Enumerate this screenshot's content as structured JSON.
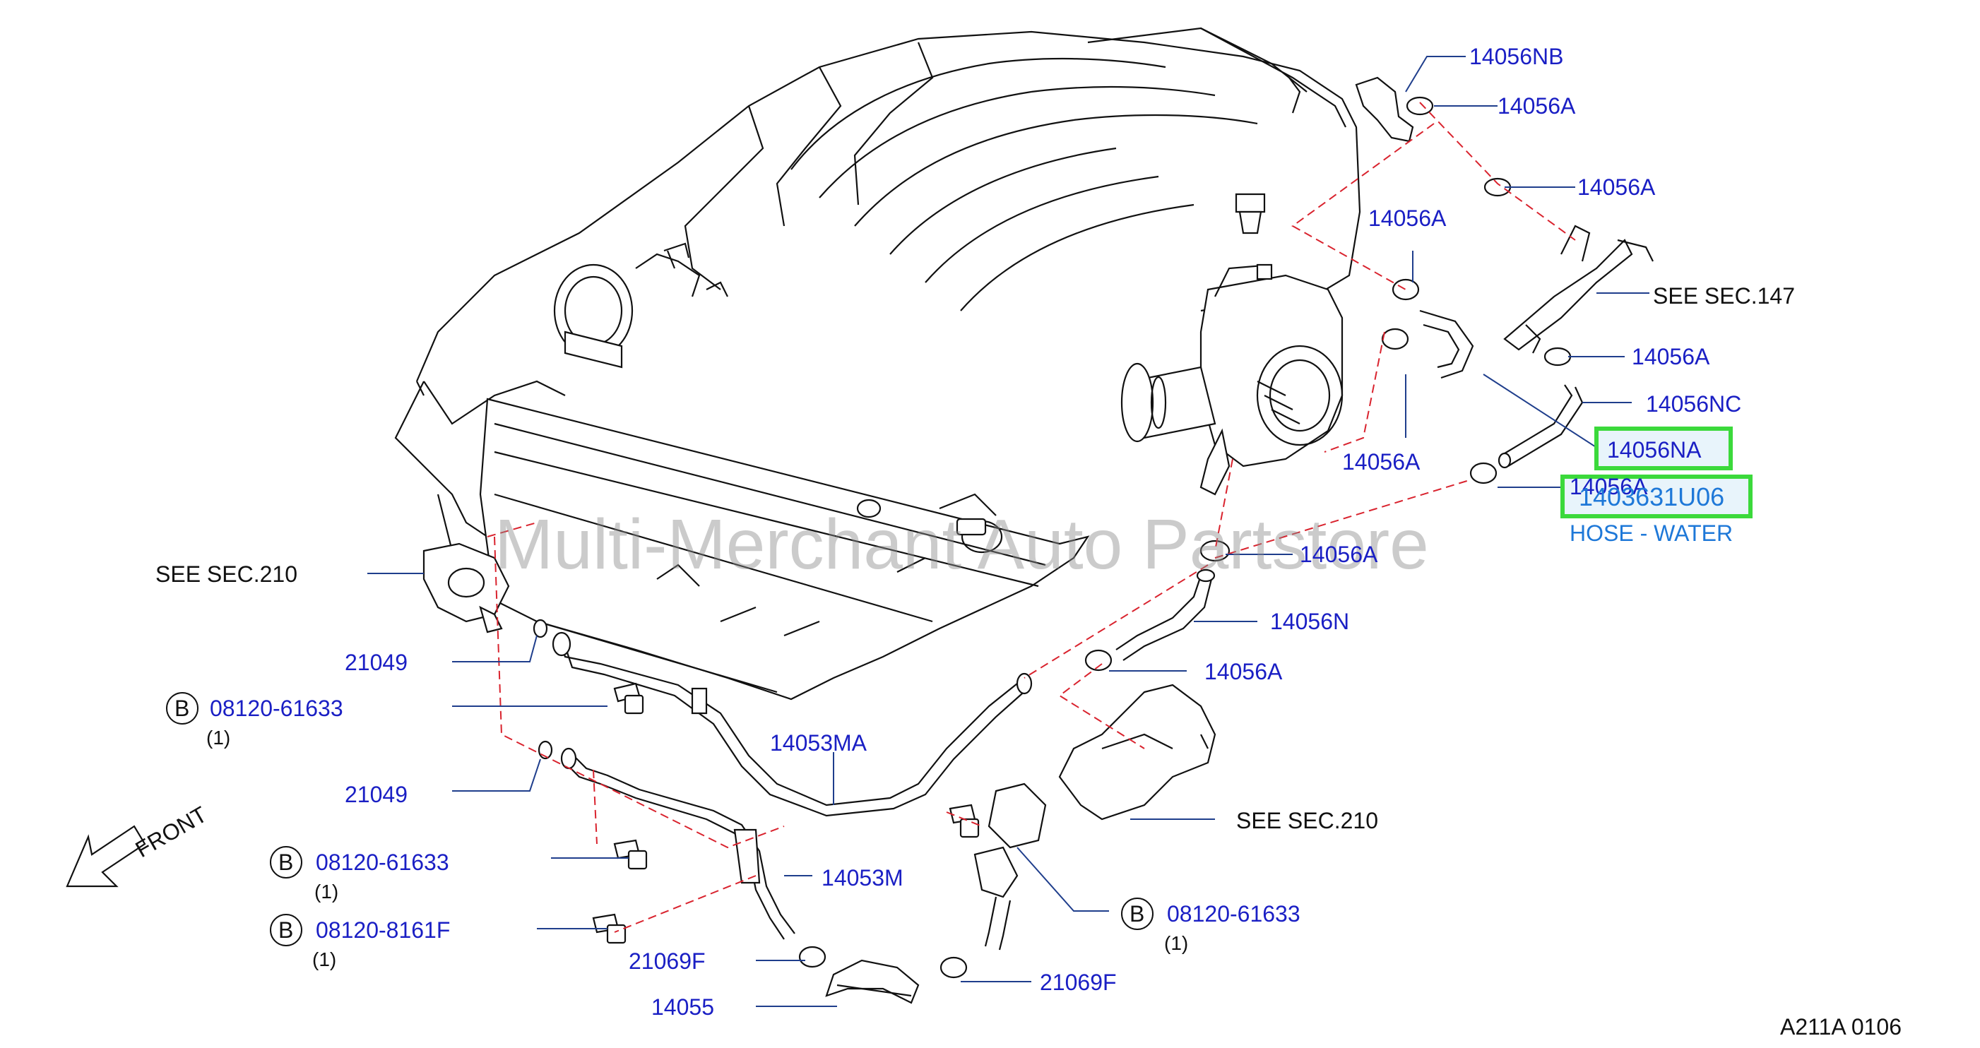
{
  "callouts": {
    "c_14056NB": "14056NB",
    "c_14056A_1": "14056A",
    "c_14056A_2": "14056A",
    "c_14056A_3": "14056A",
    "c_see_sec147": "SEE   SEC.147",
    "c_14056A_4": "14056A",
    "c_14056NC": "14056NC",
    "c_14056NA": "14056NA",
    "c_14056A_5": "14056A",
    "c_14056A_6": "14056A",
    "c_14056A_7": "14056A",
    "c_14056N": "14056N",
    "c_14056A_8": "14056A",
    "c_see_sec210_left": "SEE   SEC.210",
    "c_21049_1": "21049",
    "c_08120_61633_1": "08120-61633",
    "c_qty_1": "(1)",
    "c_14053MA": "14053MA",
    "c_21049_2": "21049",
    "c_see_sec210_right": "SEE   SEC.210",
    "c_08120_61633_2": "08120-61633",
    "c_qty_2": "(1)",
    "c_14053M": "14053M",
    "c_08120_8161F": "08120-8161F",
    "c_qty_3": "(1)",
    "c_08120_61633_3": "08120-61633",
    "c_qty_4": "(1)",
    "c_21069F_1": "21069F",
    "c_21069F_2": "21069F",
    "c_14055": "14055",
    "c_front": "FRONT",
    "c_diagram_code": "A211A  0106"
  },
  "bolt_marker": "B",
  "highlight": {
    "part_number": "1403631U06",
    "part_name": "HOSE - WATER"
  },
  "watermark": "Multi-Merchant Auto Partstore"
}
